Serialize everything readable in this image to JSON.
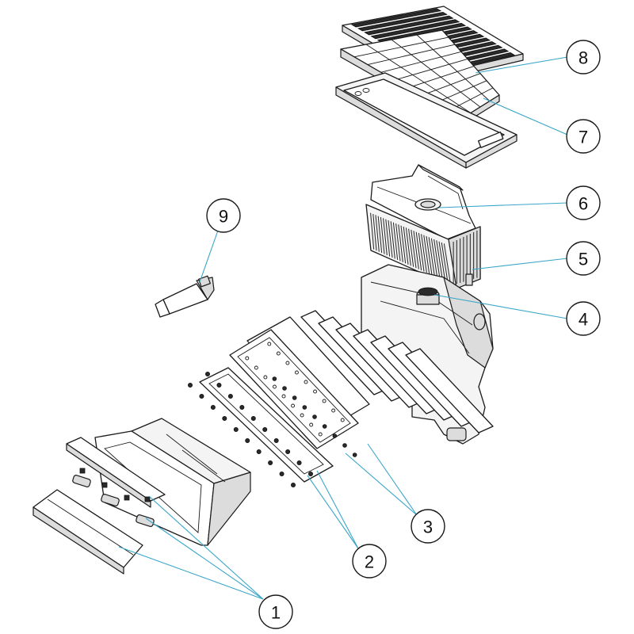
{
  "callouts": [
    {
      "id": 1,
      "label": "1"
    },
    {
      "id": 2,
      "label": "2"
    },
    {
      "id": 3,
      "label": "3"
    },
    {
      "id": 4,
      "label": "4"
    },
    {
      "id": 5,
      "label": "5"
    },
    {
      "id": 6,
      "label": "6"
    },
    {
      "id": 7,
      "label": "7"
    },
    {
      "id": 8,
      "label": "8"
    },
    {
      "id": 9,
      "label": "9"
    }
  ],
  "colors": {
    "leader": "#3aa6c9",
    "outline": "#1a1a1a",
    "fill": "#f4f4f4"
  }
}
